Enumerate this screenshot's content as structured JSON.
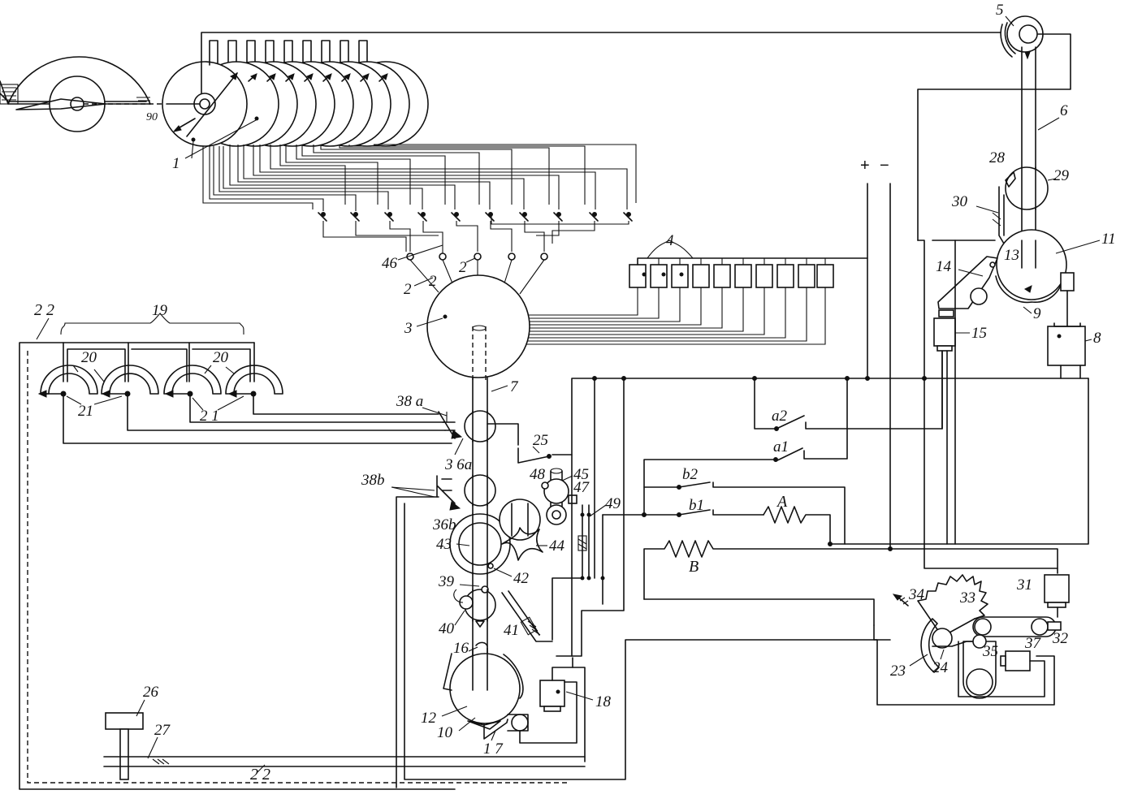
{
  "labels": {
    "l1": "1",
    "l2a": "2",
    "l2b": "2",
    "l2c": "2",
    "l3": "3",
    "l4": "4",
    "l5": "5",
    "l6": "6",
    "l7": "7",
    "l8": "8",
    "l9": "9",
    "l10": "10",
    "l11": "11",
    "l12": "12",
    "l13": "13",
    "l14": "14",
    "l15": "15",
    "l16": "16",
    "l17": "1 7",
    "l18": "18",
    "l19": "19",
    "l20a": "20",
    "l20b": "20",
    "l21a": "21",
    "l21b": "2 1",
    "l22a": "2 2",
    "l22b": "2 2",
    "l23": "23",
    "l24": "24",
    "l25": "25",
    "l26": "26",
    "l27": "27",
    "l28": "28",
    "l29": "29",
    "l30": "30",
    "l31": "31",
    "l32": "32",
    "l33": "33",
    "l34": "34",
    "l35": "35",
    "l37": "37",
    "l36a": "3 6a",
    "l36b": "36b",
    "l38a": "38 a",
    "l38b": "38b",
    "l39": "39",
    "l40": "40",
    "l41": "41",
    "l42": "42",
    "l43": "43",
    "l44": "44",
    "l45": "45",
    "l46": "46",
    "l47": "47",
    "l48": "48",
    "l49": "49",
    "a1": "a1",
    "a2": "a2",
    "b1": "b1",
    "b2": "b2",
    "resA": "A",
    "resB": "B",
    "plus": "+",
    "minus": "−",
    "dial90": "90"
  }
}
